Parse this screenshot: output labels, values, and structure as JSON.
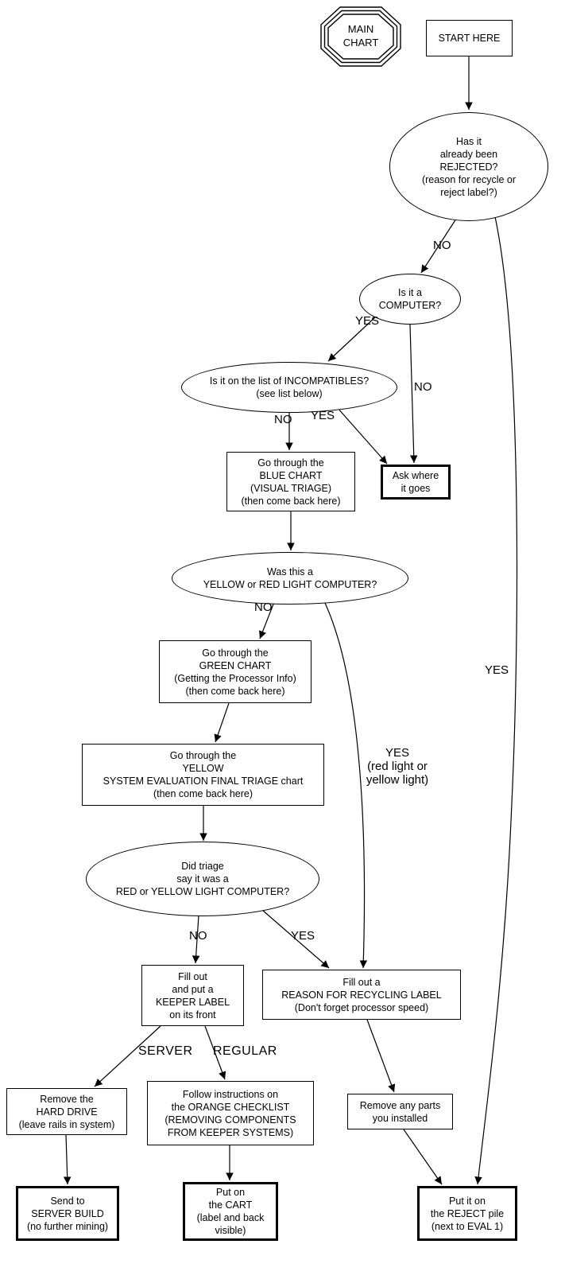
{
  "octagon": {
    "label": "MAIN\nCHART"
  },
  "nodes": {
    "start": {
      "label": "START HERE"
    },
    "rejected": {
      "label": "Has it\nalready been\nREJECTED?\n(reason for recycle or\nreject label?)"
    },
    "computer": {
      "label": "Is it a\nCOMPUTER?"
    },
    "incompatibles": {
      "label": "Is it on the list of INCOMPATIBLES?\n(see list below)"
    },
    "ask": {
      "label": "Ask where\nit goes"
    },
    "blue_chart": {
      "label": "Go through the\nBLUE CHART\n(VISUAL TRIAGE)\n(then come back here)"
    },
    "yellow_red": {
      "label": "Was this a\nYELLOW or RED LIGHT COMPUTER?"
    },
    "green_chart": {
      "label": "Go through the\nGREEN CHART\n(Getting the Processor Info)\n(then come back here)"
    },
    "yellow_chart": {
      "label": "Go through the\nYELLOW\nSYSTEM EVALUATION FINAL TRIAGE chart\n(then come back here)"
    },
    "triage": {
      "label": "Did triage\nsay it was a\nRED or YELLOW LIGHT COMPUTER?"
    },
    "keeper": {
      "label": "Fill out\nand put a\nKEEPER LABEL\non its front"
    },
    "recycling": {
      "label": "Fill out a\nREASON FOR RECYCLING LABEL\n(Don't forget processor speed)"
    },
    "hard_drive": {
      "label": "Remove the\nHARD DRIVE\n(leave rails in system)"
    },
    "orange_checklist": {
      "label": "Follow instructions on\nthe ORANGE CHECKLIST\n(REMOVING COMPONENTS\nFROM KEEPER SYSTEMS)"
    },
    "remove_parts": {
      "label": "Remove any parts\nyou installed"
    },
    "server_build": {
      "label": "Send to\nSERVER BUILD\n(no further mining)"
    },
    "cart": {
      "label": "Put on\nthe CART\n(label and back\nvisible)"
    },
    "reject": {
      "label": "Put it on\nthe REJECT pile\n(next to EVAL 1)"
    }
  },
  "edge_labels": {
    "no_rejected": "NO",
    "yes_computer": "YES",
    "no_computer": "NO",
    "no_incompatibles": "NO",
    "yes_incompatibles": "YES",
    "no_yellowred": "NO",
    "yes_yellowred": "YES\n(red light or\nyellow light)",
    "no_triage": "NO",
    "yes_triage": "YES",
    "server": "SERVER",
    "regular": "REGULAR",
    "yes_rejected": "YES"
  },
  "colors": {
    "line": "#000000",
    "background": "#ffffff"
  }
}
